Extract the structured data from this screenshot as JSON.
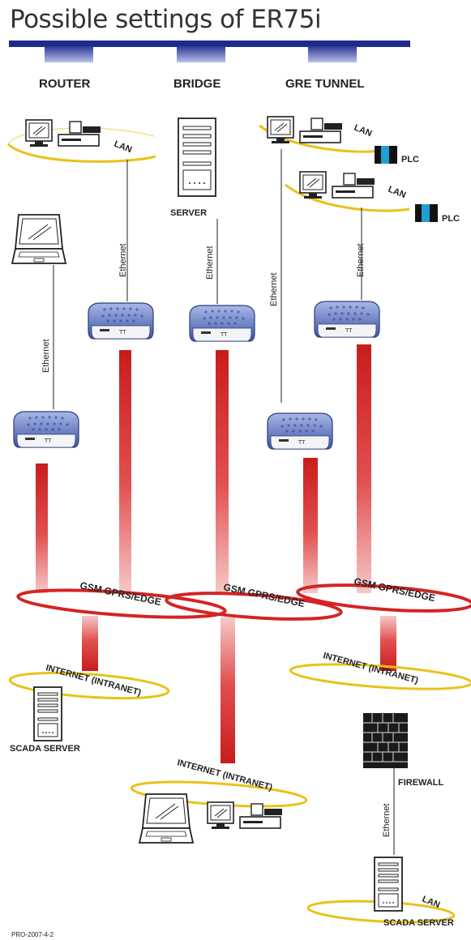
{
  "title": "Possible settings of ER75i",
  "columns": {
    "router": "ROUTER",
    "bridge": "BRIDGE",
    "gre": "GRE TUNNEL"
  },
  "labels": {
    "lan": "LAN",
    "ethernet": "Ethernet",
    "server": "SERVER",
    "plc": "PLC",
    "gsm": "GSM GPRS/EDGE",
    "internet": "INTERNET (INTRANET)",
    "scada": "SCADA SERVER",
    "firewall": "FIREWALL",
    "footer": "PRO-2007-4-2"
  },
  "colors": {
    "bar": "#1f2a8c",
    "tab": "#5563b8",
    "ring_yellow": "#e8c21a",
    "ring_red": "#d42424",
    "link_red": "#d42a2a",
    "router_blue": "#6f84c8"
  }
}
